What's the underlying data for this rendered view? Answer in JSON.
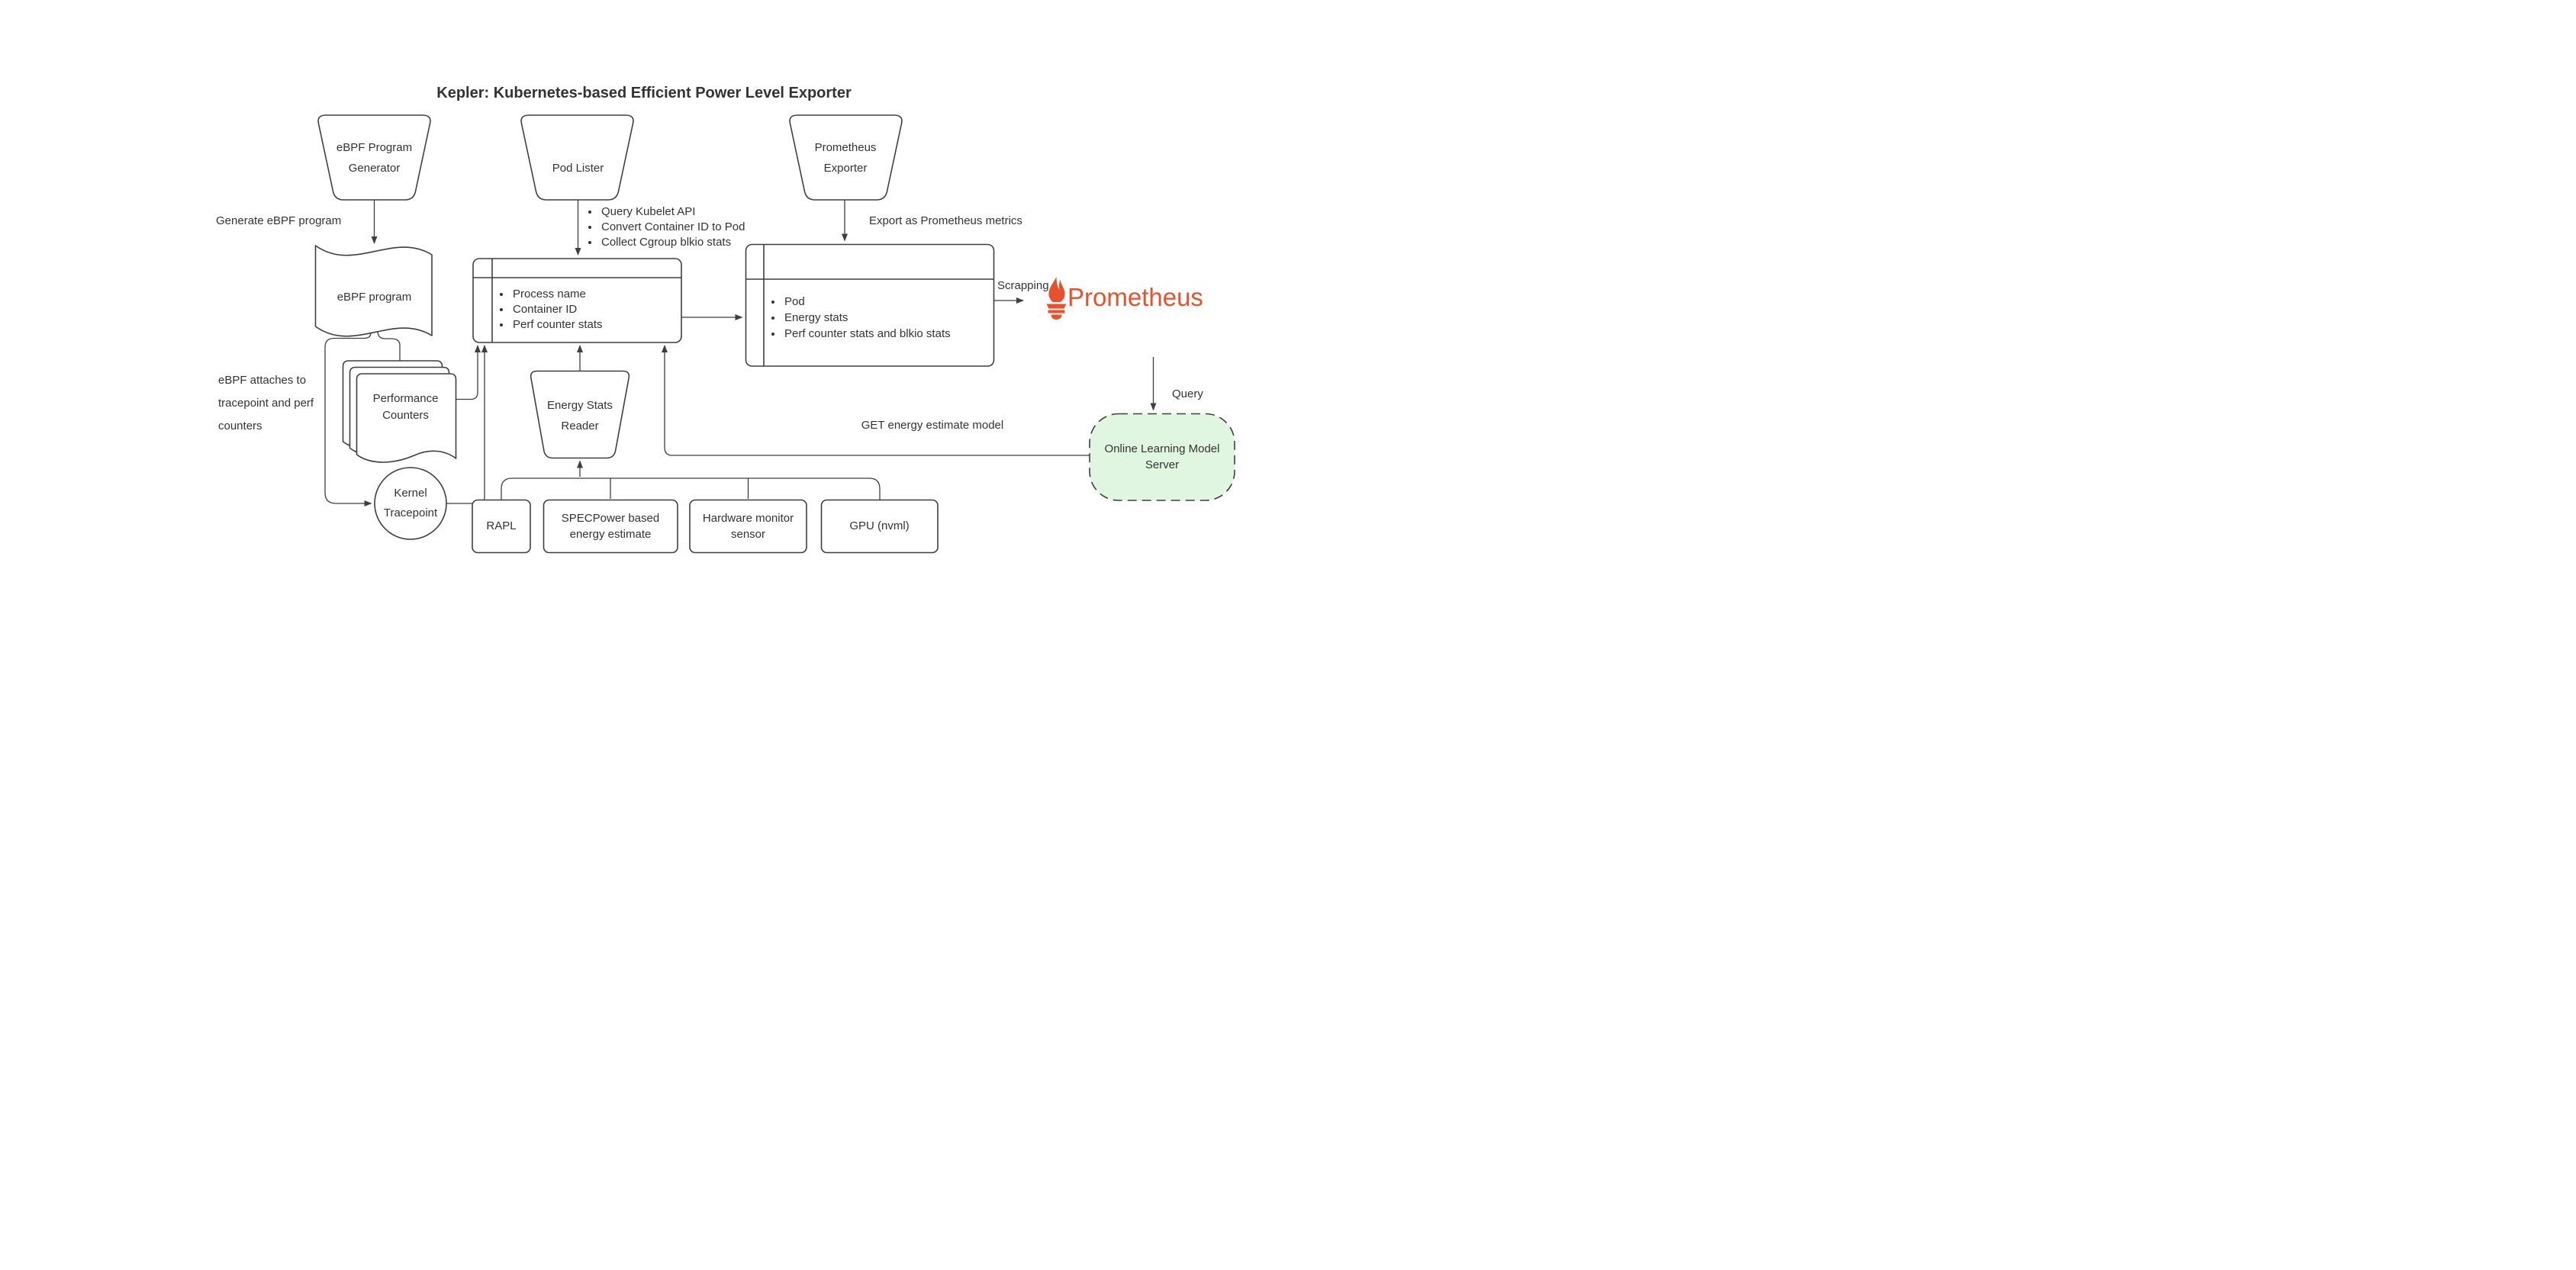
{
  "title": "Kepler: Kubernetes-based Efficient Power Level Exporter",
  "colors": {
    "line": "#3f3f3f",
    "text": "#333333",
    "prometheus_orange": "#E6522C",
    "model_server_fill": "#E0F6E0",
    "background": "#ffffff"
  },
  "nodes": {
    "ebpf_program_generator": {
      "label": "eBPF Program Generator"
    },
    "pod_lister": {
      "label": "Pod Lister"
    },
    "prometheus_exporter": {
      "label": "Prometheus Exporter"
    },
    "ebpf_program": {
      "label": "eBPF program"
    },
    "process_info_store": {
      "items": [
        "Process name",
        "Container ID",
        "Perf counter stats"
      ]
    },
    "pod_metrics_store": {
      "items": [
        "Pod",
        "Energy stats",
        "Perf counter stats and blkio stats"
      ]
    },
    "performance_counters": {
      "label": "Performance Counters"
    },
    "kernel_tracepoint": {
      "label": "Kernel Tracepoint"
    },
    "energy_stats_reader": {
      "label": "Energy Stats Reader"
    },
    "rapl": {
      "label": "RAPL"
    },
    "specpower": {
      "label": "SPECPower based energy estimate"
    },
    "hardware_monitor_sensor": {
      "label": "Hardware monitor sensor"
    },
    "gpu_nvml": {
      "label": "GPU (nvml)"
    },
    "online_learning_model_server": {
      "label": "Online Learning Model Server"
    },
    "prometheus": {
      "label": "Prometheus"
    }
  },
  "edge_labels": {
    "generate_ebpf_program": "Generate eBPF program",
    "pod_lister_steps": [
      "Query Kubelet API",
      "Convert Container ID to Pod",
      "Collect Cgroup blkio stats"
    ],
    "export_as_prometheus_metrics": "Export as Prometheus metrics",
    "scrapping": "Scrapping",
    "query": "Query",
    "get_energy_estimate_model": "GET energy estimate model",
    "ebpf_attaches": "eBPF attaches to tracepoint and perf counters"
  }
}
